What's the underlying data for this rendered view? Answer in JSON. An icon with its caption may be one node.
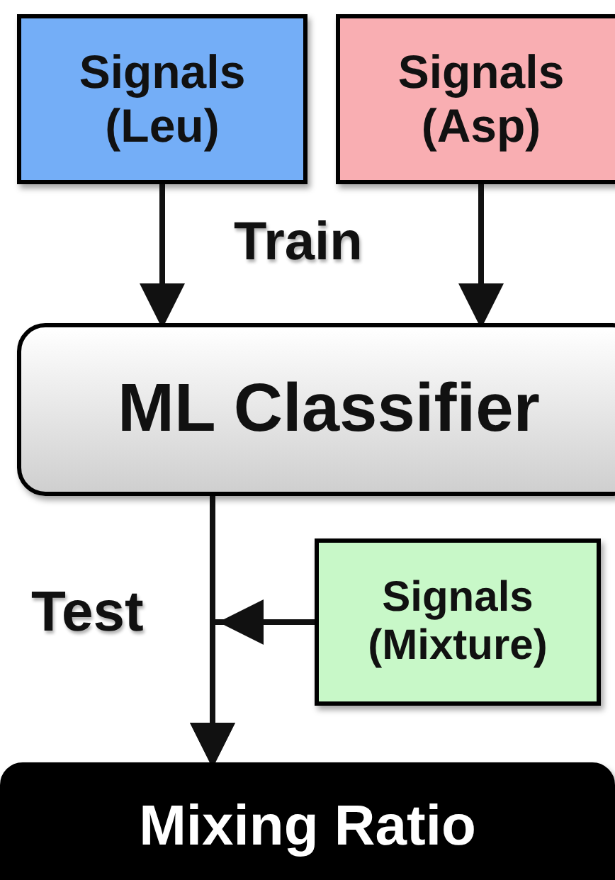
{
  "diagram": {
    "nodes": [
      {
        "text": [
          "Signals (Leu)"
        ]
      },
      {
        "text": [
          "Signals (Asp)"
        ]
      },
      {
        "text": [
          "ML Classifier"
        ]
      },
      {
        "text": [
          "Signals (Mixture)"
        ]
      },
      {
        "text": [
          "Mixing Ratio"
        ]
      }
    ],
    "edges": [
      {
        "from": 0,
        "to": 2,
        "arrow": "to"
      },
      {
        "from": 1,
        "to": 2,
        "arrow": "to"
      },
      {
        "from": 2,
        "to": 4,
        "arrow": "to"
      },
      {
        "from": 3,
        "to": 4,
        "arrow": "to"
      }
    ],
    "labels": [
      "Train",
      "Test"
    ]
  }
}
